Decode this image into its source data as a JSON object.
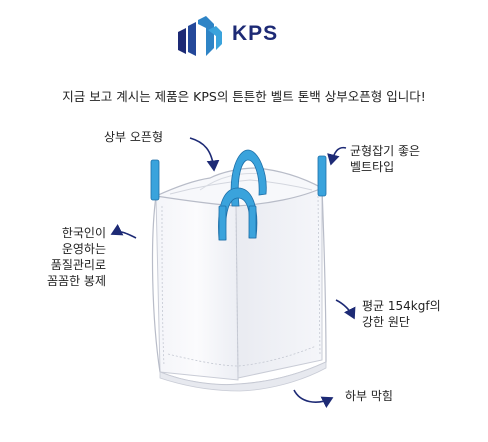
{
  "brand": {
    "name": "KPS",
    "colors": {
      "navy": "#1d2a75",
      "blue": "#2e84c6",
      "strap": "#3aa3dc",
      "arrow": "#1d2a75"
    }
  },
  "headline": "지금 보고 계시는 제품은 KPS의 튼튼한 벨트 톤백 상부오픈형 입니다!",
  "labels": {
    "top_open": "상부 오픈형",
    "belt_type": [
      "균형잡기 좋은",
      "벨트타입"
    ],
    "korean_sewing": [
      "한국인이",
      "운영하는",
      "품질관리로",
      "꼼꼼한 봉제"
    ],
    "fabric": [
      "평균 154kgf의",
      "강한 원단"
    ],
    "bottom": "하부 막힘"
  }
}
